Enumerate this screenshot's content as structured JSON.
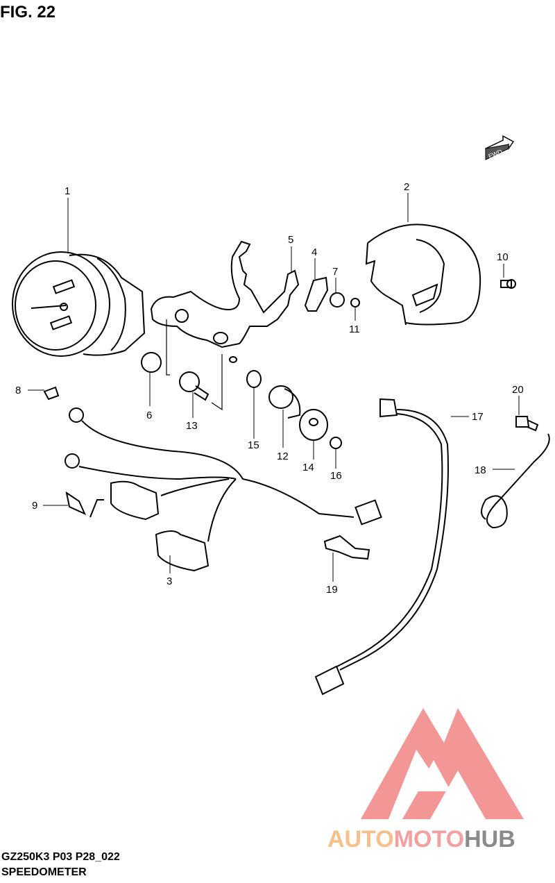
{
  "figure": {
    "title": "FIG. 22",
    "fwd_label": "FWD",
    "model_code": "GZ250K3 P03 P28_022",
    "section_name": "SPEEDOMETER"
  },
  "callouts": [
    "1",
    "2",
    "3",
    "4",
    "5",
    "6",
    "7",
    "8",
    "9",
    "10",
    "11",
    "12",
    "13",
    "14",
    "15",
    "16",
    "17",
    "18",
    "19",
    "20"
  ],
  "watermark": {
    "part1": "AUTO",
    "part2": "MOTO",
    "part3": "HUB",
    "color_part1": "#f5c089",
    "color_part2": "#f3a0a0",
    "color_part3": "#8a8a8a",
    "logo_color": "#f28b8b"
  }
}
